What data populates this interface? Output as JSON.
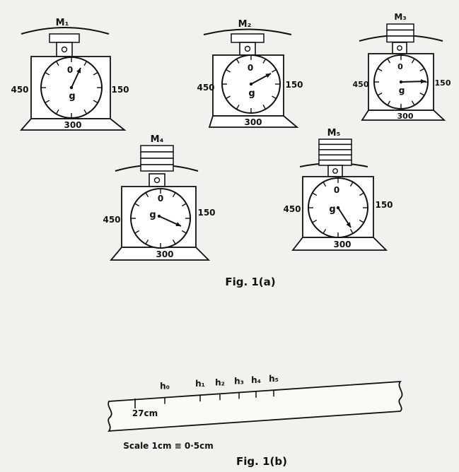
{
  "figure_a": {
    "caption": "Fig. 1(a)",
    "scales": [
      {
        "label": "M₁",
        "left_mark": "450",
        "right_mark": "150",
        "bottom_mark": "300",
        "top_mark": "0",
        "unit": "g",
        "weights": 1
      },
      {
        "label": "M₂",
        "left_mark": "450",
        "right_mark": "150",
        "bottom_mark": "300",
        "top_mark": "0",
        "unit": "g",
        "weights": 1
      },
      {
        "label": "M₃",
        "left_mark": "450",
        "right_mark": "150",
        "bottom_mark": "300",
        "top_mark": "0",
        "unit": "g",
        "weights": 3
      },
      {
        "label": "M₄",
        "left_mark": "450",
        "right_mark": "150",
        "bottom_mark": "300",
        "top_mark": "0",
        "unit": "g",
        "weights": 4
      },
      {
        "label": "M₅",
        "left_mark": "450",
        "right_mark": "150",
        "bottom_mark": "300",
        "top_mark": "0",
        "unit": "g",
        "weights": 5
      }
    ]
  },
  "figure_b": {
    "caption": "Fig. 1(b)",
    "start_label": "27cm",
    "scale_note": "Scale  1cm  ≡  0·5cm",
    "marks": [
      {
        "label": "h₀"
      },
      {
        "label": "h₁"
      },
      {
        "label": "h₂"
      },
      {
        "label": "h₃"
      },
      {
        "label": "h₄"
      },
      {
        "label": "h₅"
      }
    ]
  }
}
